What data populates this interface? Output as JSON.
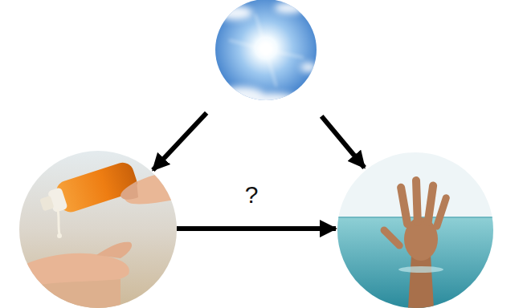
{
  "diagram": {
    "nodes": [
      {
        "text": []
      },
      {
        "text": []
      },
      {
        "text": []
      }
    ],
    "edges": [
      {
        "from": 0,
        "to": 1,
        "arrow": "to"
      },
      {
        "from": 0,
        "to": 2,
        "arrow": "to"
      },
      {
        "from": 1,
        "to": 2,
        "label": "?",
        "arrow": "to"
      }
    ]
  }
}
